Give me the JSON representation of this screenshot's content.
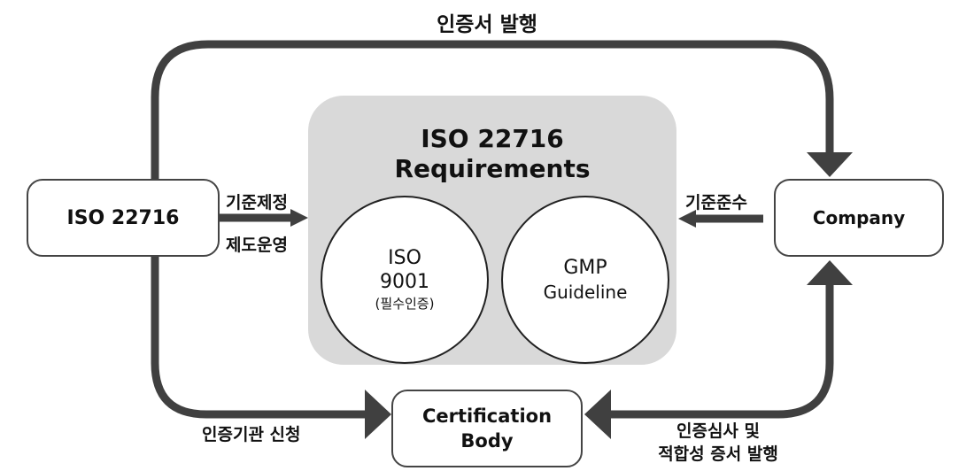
{
  "top_label": "인증서 발행",
  "nodes": {
    "iso_left": "ISO 22716",
    "company": "Company",
    "cert_body_line1": "Certification",
    "cert_body_line2": "Body"
  },
  "panel": {
    "title_line1": "ISO 22716",
    "title_line2": "Requirements",
    "circle1_line1": "ISO",
    "circle1_line2": "9001",
    "circle1_note": "(필수인증)",
    "circle2_line1": "GMP",
    "circle2_line2": "Guideline"
  },
  "edge_labels": {
    "standard_setting": "기준제정",
    "system_operation": "제도운영",
    "compliance": "기준준수",
    "apply_cert": "인증기관 신청",
    "audit_line1": "인증심사 및",
    "audit_line2": "적합성 증서 발행"
  },
  "colors": {
    "line": "#404040",
    "panel": "#d9d9d9"
  }
}
